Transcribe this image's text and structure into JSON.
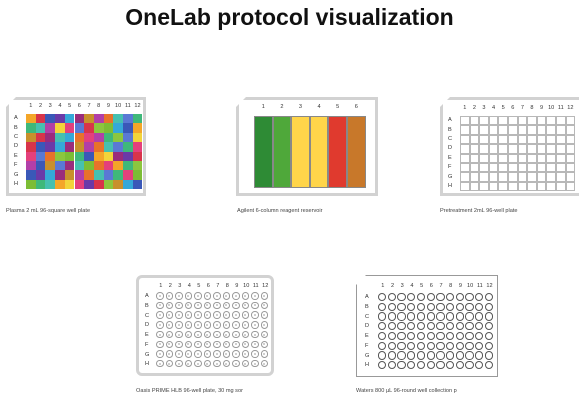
{
  "title": "OneLab protocol visualization",
  "row_labels": [
    "A",
    "B",
    "C",
    "D",
    "E",
    "F",
    "G",
    "H"
  ],
  "col_labels_12": [
    "1",
    "2",
    "3",
    "4",
    "5",
    "6",
    "7",
    "8",
    "9",
    "10",
    "11",
    "12"
  ],
  "col_labels_6": [
    "1",
    "2",
    "3",
    "4",
    "5",
    "6"
  ],
  "labware": [
    {
      "id": "plasma",
      "caption": "Plasma 2 mL 96-square well plate",
      "kind": "square-colored"
    },
    {
      "id": "agilent",
      "caption": "Agilent 6-column reagent reservoir",
      "kind": "reservoir"
    },
    {
      "id": "pretreatment",
      "caption": "Pretreatment 2mL 96-well plate",
      "kind": "square-empty"
    },
    {
      "id": "oasis",
      "caption": "Oasis PRIME HLB 96-well plate, 30 mg sor",
      "kind": "round-light"
    },
    {
      "id": "waters",
      "caption": "Waters 800 µL 96-round well collection p",
      "kind": "round"
    }
  ],
  "reservoir_colors": [
    "#2e8b35",
    "#4fa83a",
    "#ffd54a",
    "#ffd54a",
    "#e03a2e",
    "#c8782a"
  ],
  "plasma_palette": [
    "#f4a629",
    "#7cbd35",
    "#5a79d4",
    "#b23fa8",
    "#35a8d8",
    "#d8344a",
    "#f2d43a",
    "#3fb87a",
    "#e8722a",
    "#9a2c7c",
    "#3a58b8",
    "#8cc63e",
    "#e4407c",
    "#46c0b0",
    "#c8902c",
    "#6a3aa8"
  ]
}
